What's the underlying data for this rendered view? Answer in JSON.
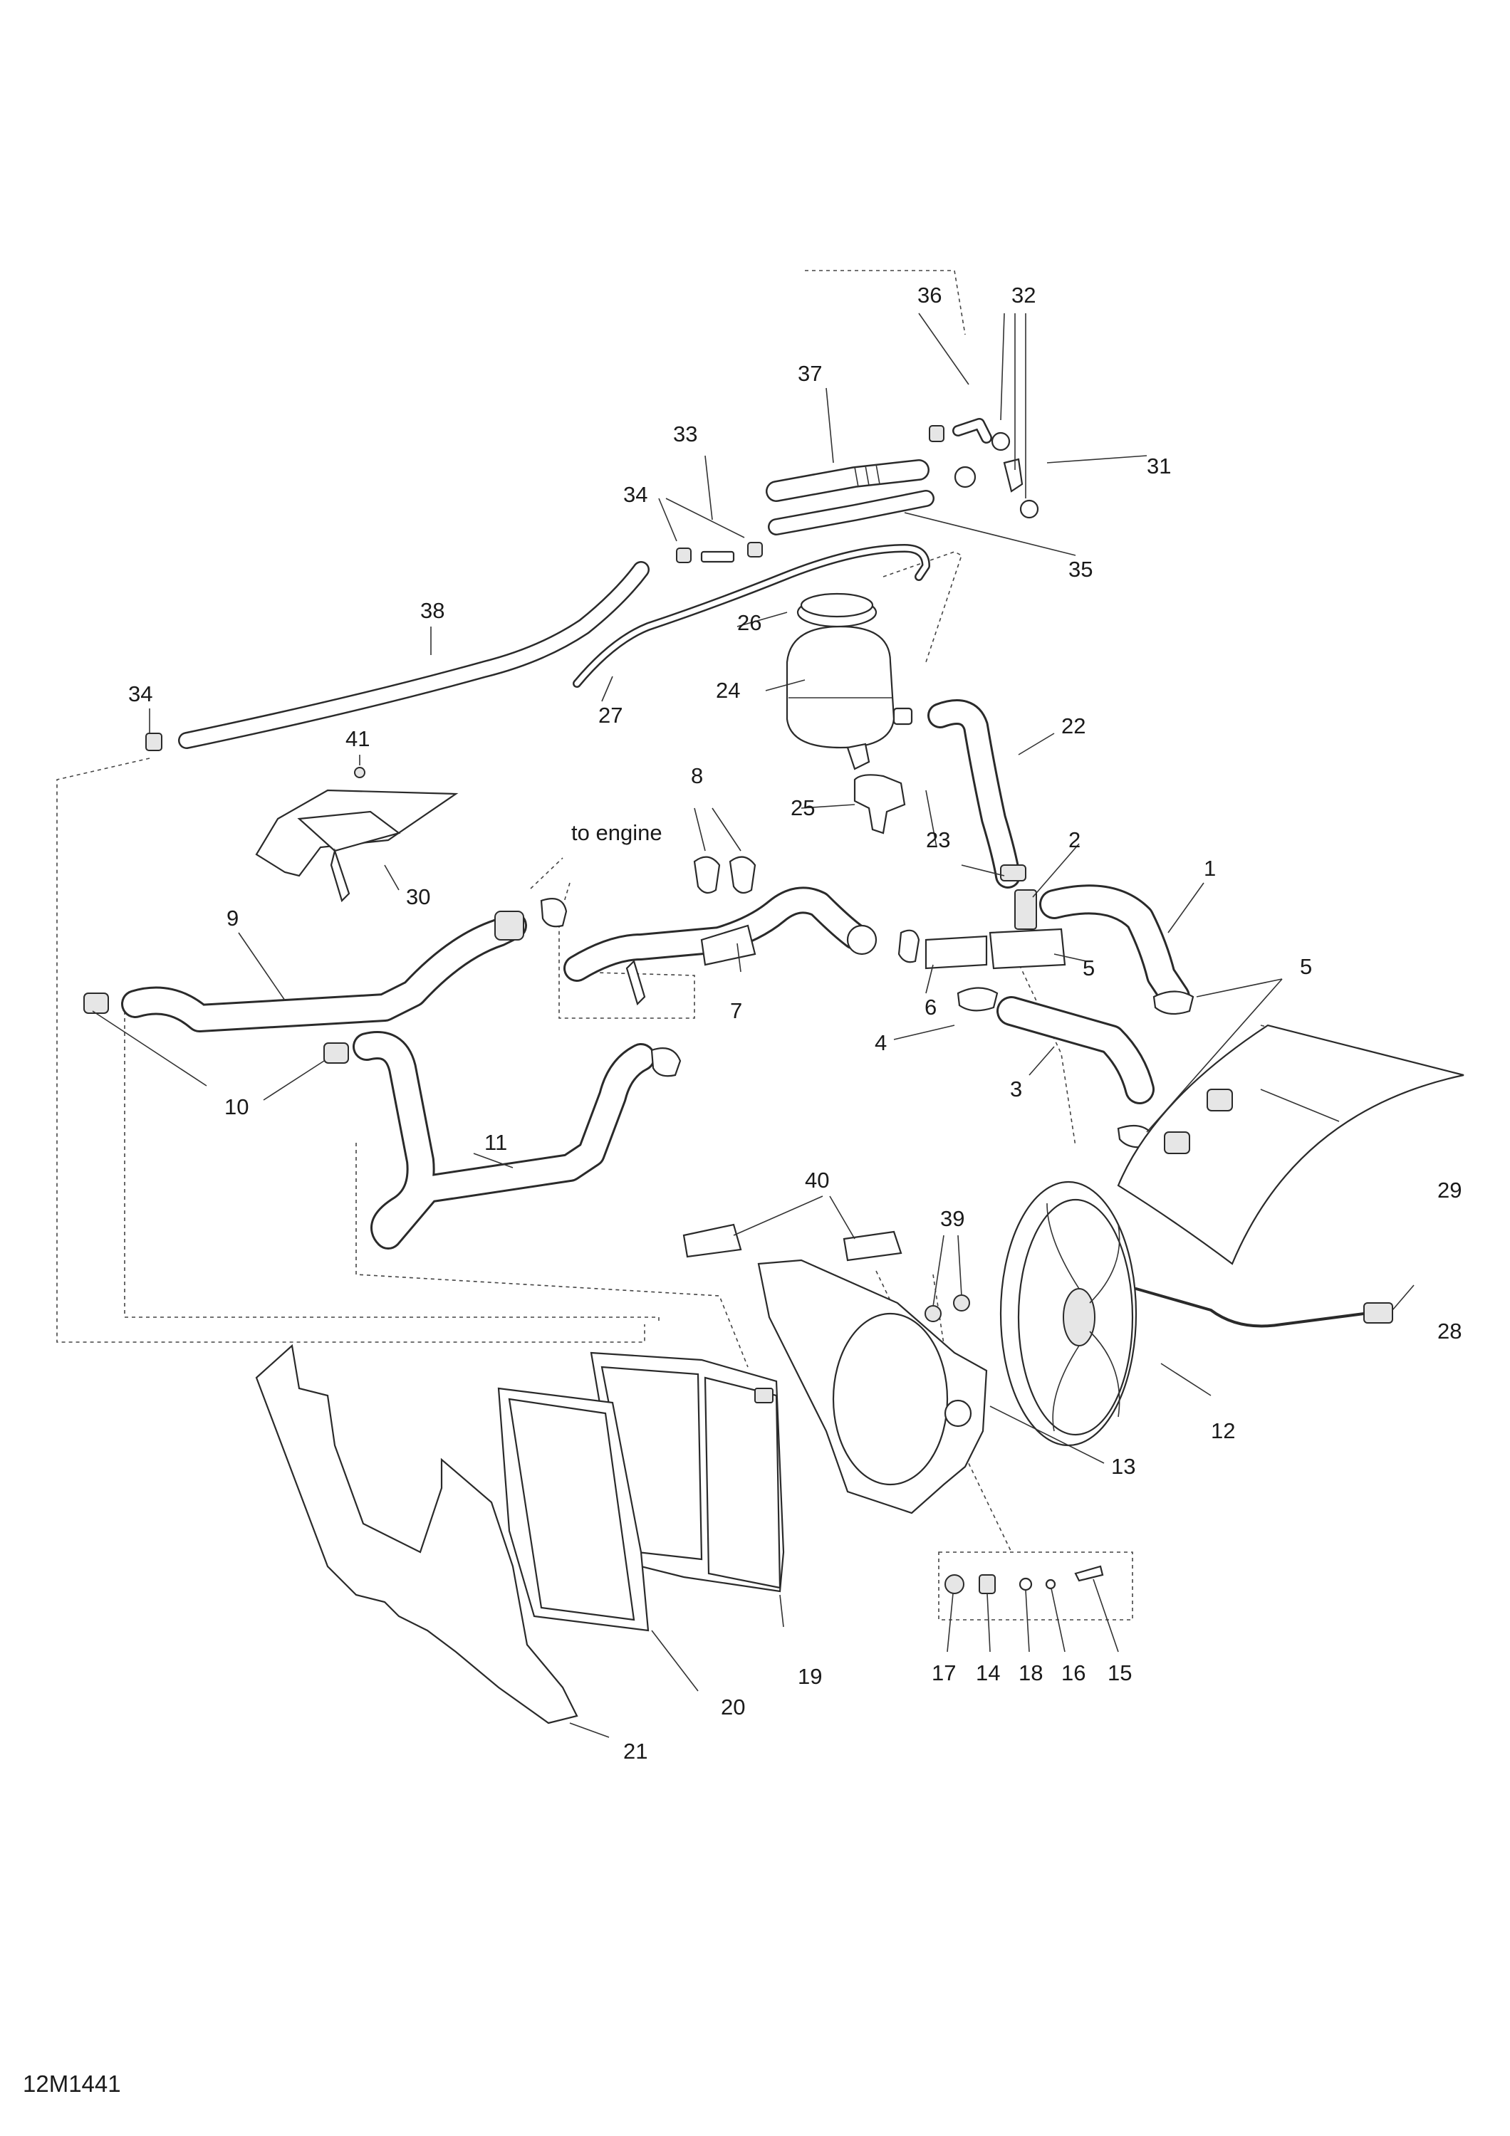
{
  "figure_id": "12M1441",
  "annotation": "to engine",
  "callouts": {
    "c1": "1",
    "c2": "2",
    "c3": "3",
    "c4": "4",
    "c5a": "5",
    "c5b": "5",
    "c6": "6",
    "c7": "7",
    "c8": "8",
    "c9": "9",
    "c10": "10",
    "c11": "11",
    "c12": "12",
    "c13": "13",
    "c14": "14",
    "c15": "15",
    "c16": "16",
    "c17": "17",
    "c18": "18",
    "c19": "19",
    "c20": "20",
    "c21": "21",
    "c22": "22",
    "c23": "23",
    "c24": "24",
    "c25": "25",
    "c26": "26",
    "c27": "27",
    "c28": "28",
    "c29": "29",
    "c30": "30",
    "c31": "31",
    "c32": "32",
    "c33": "33",
    "c34a": "34",
    "c34b": "34",
    "c35": "35",
    "c36": "36",
    "c37": "37",
    "c38": "38",
    "c39": "39",
    "c40": "40",
    "c41": "41"
  }
}
